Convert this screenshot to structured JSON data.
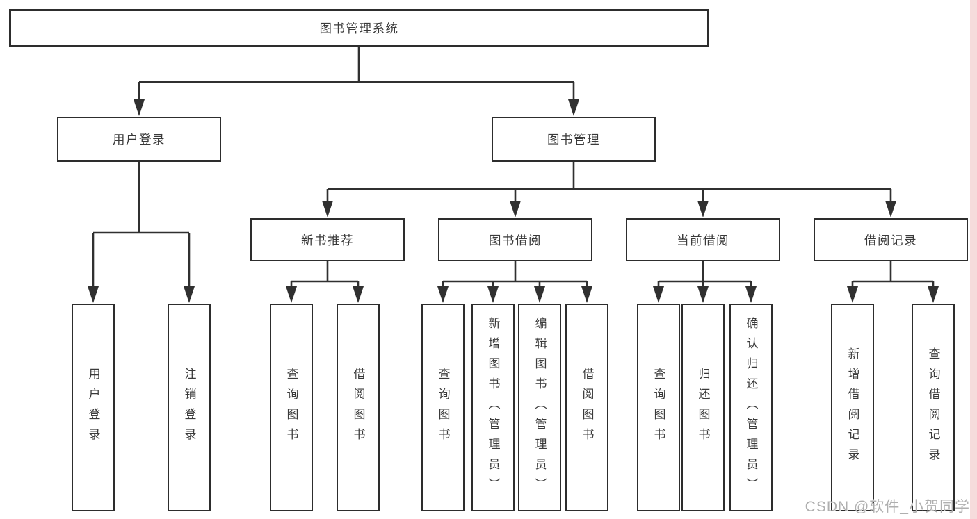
{
  "tree": {
    "label": "图书管理系统",
    "children": [
      {
        "label": "用户登录",
        "children": [
          {
            "label": "用户登录"
          },
          {
            "label": "注销登录"
          }
        ]
      },
      {
        "label": "图书管理",
        "children": [
          {
            "label": "新书推荐",
            "children": [
              {
                "label": "查询图书"
              },
              {
                "label": "借阅图书"
              }
            ]
          },
          {
            "label": "图书借阅",
            "children": [
              {
                "label": "查询图书"
              },
              {
                "label": "新增图书（管理员）"
              },
              {
                "label": "编辑图书（管理员）"
              },
              {
                "label": "借阅图书"
              }
            ]
          },
          {
            "label": "当前借阅",
            "children": [
              {
                "label": "查询图书"
              },
              {
                "label": "归还图书"
              },
              {
                "label": "确认归还（管理员）"
              }
            ]
          },
          {
            "label": "借阅记录",
            "children": [
              {
                "label": "新增借阅记录"
              },
              {
                "label": "查询借阅记录"
              }
            ]
          }
        ]
      }
    ]
  },
  "watermark": {
    "text": "CSDN @软件_小贺同学"
  },
  "colors": {
    "line": "#303030",
    "box_border": "#2d2d2d",
    "text": "#3a3a3a",
    "watermark": "#afafaf",
    "right_edge_strip": "#f6dcdc"
  }
}
